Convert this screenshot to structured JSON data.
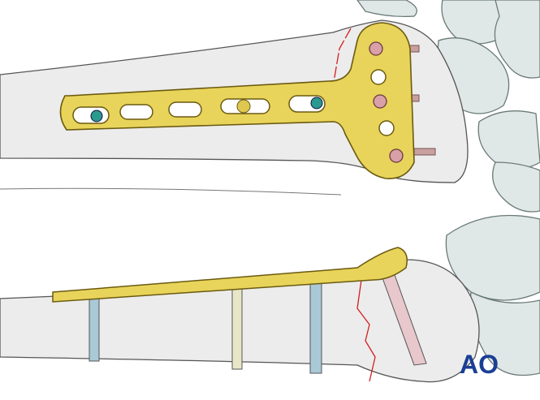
{
  "logo": {
    "text": "AO",
    "color": "#1a3f95"
  },
  "colors": {
    "bone_fill": "#ececec",
    "bone_outline": "#555555",
    "carpal_fill": "#d9e4e2",
    "plate_fill": "#e8d45a",
    "plate_outline": "#6b5a10",
    "locking_screw": "#d9a0a8",
    "cortical_screw": "#a9c9d6",
    "cancellous_screw": "#e9e6c8",
    "fracture_line": "#d21f1f",
    "teal_screw_head": "#2a9a8e"
  },
  "views": [
    "dorsal-view",
    "lateral-view"
  ]
}
